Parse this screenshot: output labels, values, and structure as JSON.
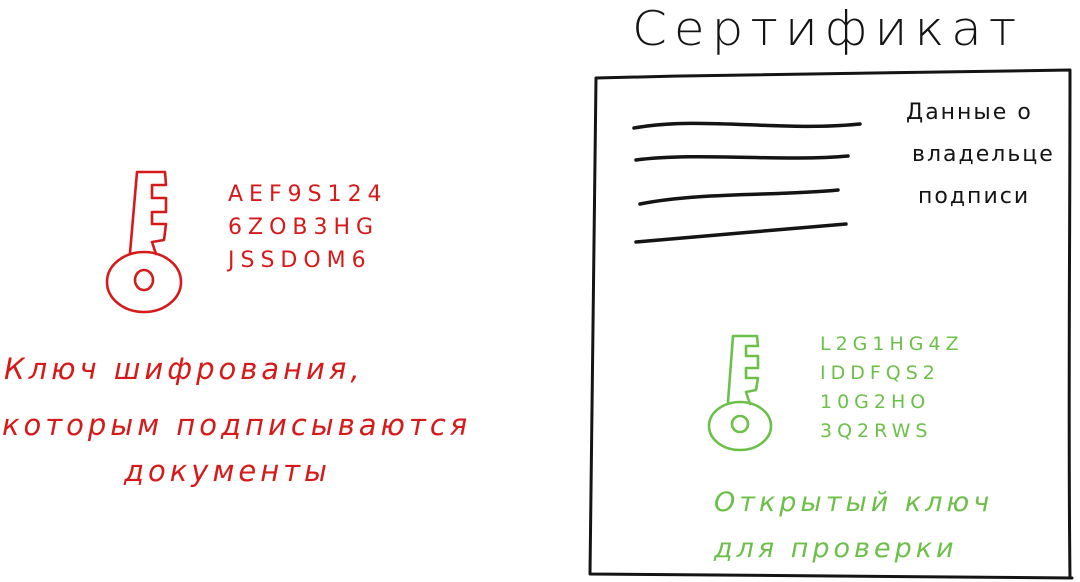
{
  "certificate": {
    "title": "Сертификат",
    "owner_data": [
      "Данные о",
      "владельце",
      "подписи"
    ]
  },
  "private_key": {
    "icon": "key-icon",
    "color": "#d61a1a",
    "code_lines": [
      "AEF9S124",
      "6ZOB3HG",
      "JSSDOM6"
    ],
    "caption_lines": [
      "Ключ шифрования,",
      "которым подписываются",
      "документы"
    ]
  },
  "public_key": {
    "icon": "key-icon",
    "color": "#6cc04a",
    "code_lines": [
      "L2G1HG4Z",
      "IDDFQS2",
      "10G2HO",
      "3Q2RWS"
    ],
    "caption_lines": [
      "Открытый ключ",
      "для проверки"
    ]
  }
}
